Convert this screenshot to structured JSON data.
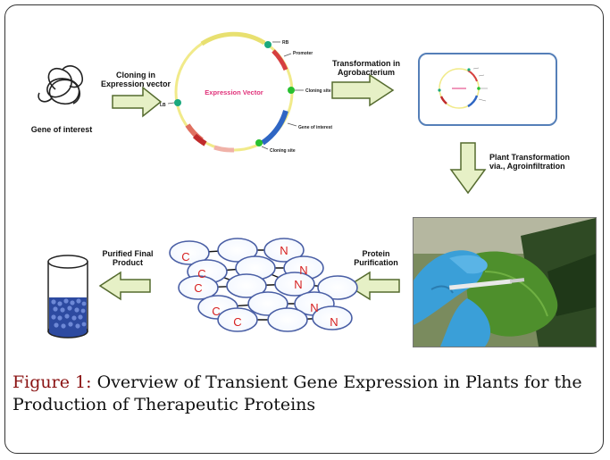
{
  "caption": {
    "figure_label": "Figure 1:",
    "text": "Overview of Transient Gene Expression in Plants for the Production of Therapeutic Proteins"
  },
  "gene_label": "Gene of interest",
  "arrows": {
    "cloning": "Cloning in Expression vector",
    "transformation": "Transformation in Agrobacterium",
    "plant_transformation": "Plant Transformation via., Agroinfiltration",
    "protein_purification": "Protein Purification",
    "purified_product": "Purified Final Product"
  },
  "vector": {
    "title": "Expression Vector",
    "labels": {
      "rb": "RB",
      "promoter": "Promoter",
      "cloning_site_1": "Cloning site",
      "gene_of_interest": "Gene of interest",
      "cloning_site_2": "Cloning site",
      "lb": "LB"
    }
  },
  "network": {
    "markers": [
      "C",
      "C",
      "C",
      "C",
      "C",
      "N",
      "N",
      "N",
      "N",
      "N"
    ]
  },
  "colors": {
    "arrow_fill": "#e6f0c6",
    "arrow_stroke": "#556b2f",
    "vector_title": "#e0327a",
    "node_stroke": "#4a5fa5",
    "marker": "#d62020",
    "tube_beads": "#2d4aa0",
    "glove": "#3a9fd8",
    "leaf": "#4e8f2c"
  }
}
